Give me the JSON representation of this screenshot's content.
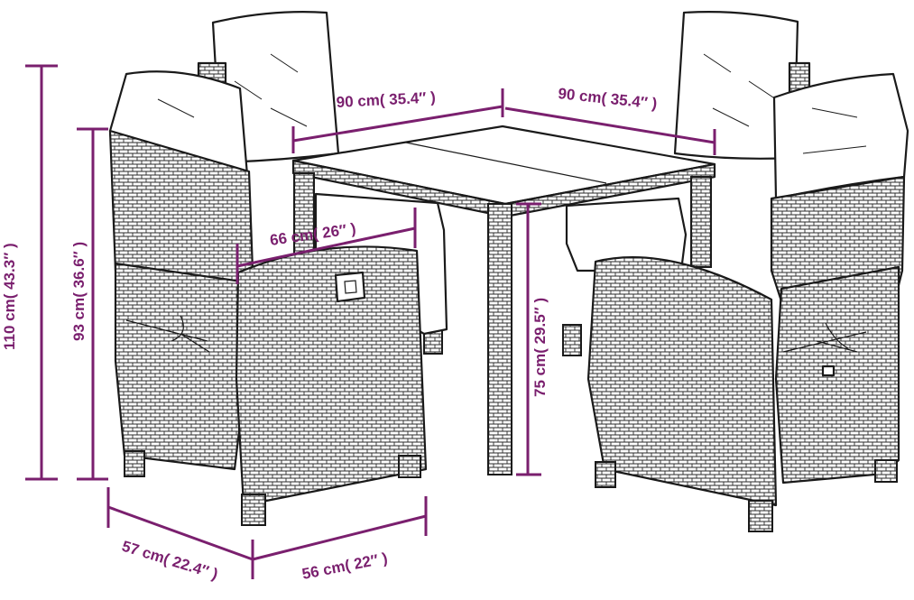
{
  "dimensions": {
    "table_width": "90 cm( 35.4″ )",
    "table_depth": "90 cm( 35.4″  )",
    "seat_width_inner": "66 cm( 26″ )",
    "table_height": "75 cm( 29.5″ )",
    "chair_total_height": "110 cm( 43.3″ )",
    "chair_back_height": "93 cm( 36.6″ )",
    "chair_depth": "57 cm( 22.4″ )",
    "chair_width": "56 cm( 22″ )"
  },
  "colors": {
    "dimension": "#7a1f6e",
    "outline": "#1a1a1a",
    "background": "#ffffff"
  }
}
